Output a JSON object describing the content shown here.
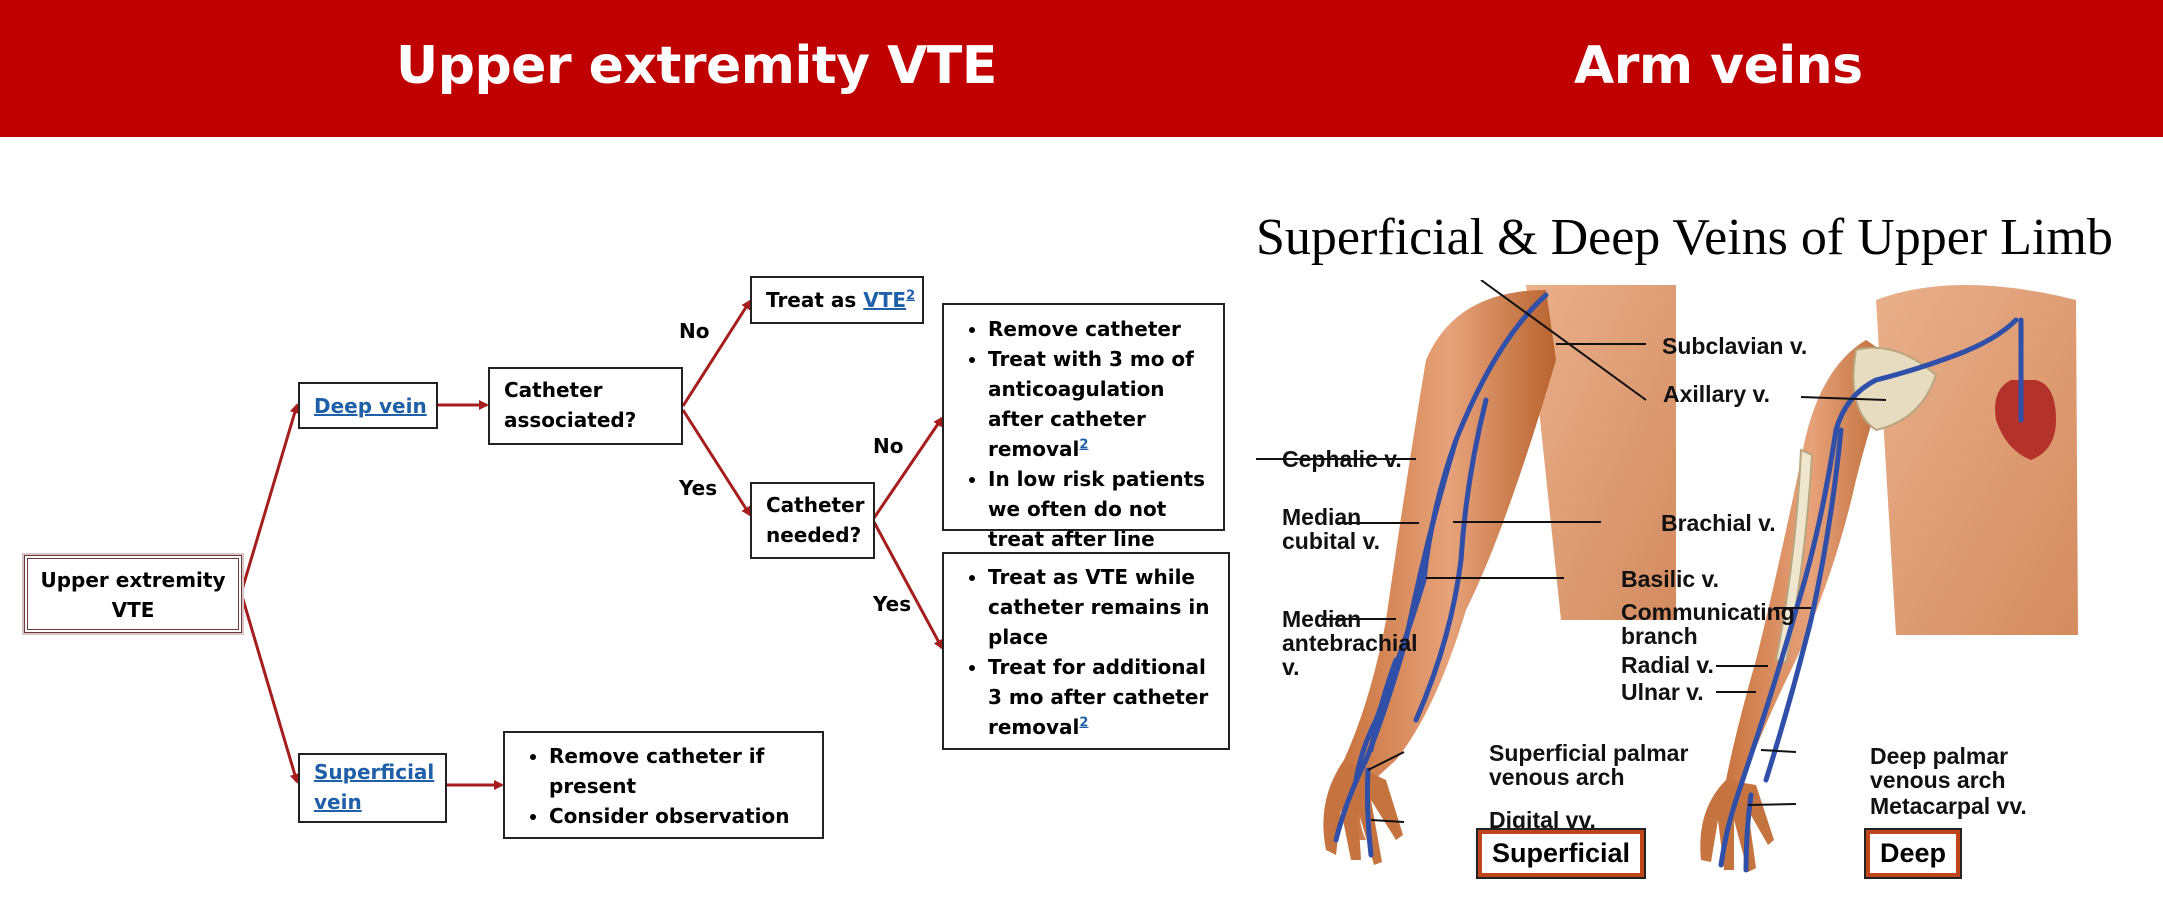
{
  "header": {
    "left_title": "Upper extremity VTE",
    "right_title": "Arm veins"
  },
  "flowchart": {
    "root": "Upper extremity VTE",
    "deep_vein": "Deep vein",
    "superficial_vein": [
      "Superficial",
      "vein"
    ],
    "catheter_associated": [
      "Catheter",
      "associated?"
    ],
    "treat_as_prefix": "Treat as ",
    "treat_as_link": "VTE",
    "ref": "2",
    "catheter_needed": [
      "Catheter",
      "needed?"
    ],
    "label_no_1": "No",
    "label_yes_1": "Yes",
    "label_no_2": "No",
    "label_yes_2": "Yes",
    "no_needed_bullets": {
      "b1": "Remove catheter",
      "b2": "Treat with 3 mo of anticoagulation after catheter removal",
      "b3": "In low risk patients we often do not treat after line removal."
    },
    "yes_needed_bullets": {
      "b1": "Treat as VTE while catheter remains in place",
      "b2": "Treat for additional 3 mo after catheter removal"
    },
    "superficial_bullets": {
      "b1": "Remove catheter if present",
      "b2": "Consider observation"
    }
  },
  "anatomy": {
    "title": "Superficial & Deep Veins of Upper Limb",
    "labels": {
      "subclavian": "Subclavian v.",
      "axillary": "Axillary v.",
      "cephalic": "Cephalic v.",
      "median_cubital": [
        "Median",
        "cubital v."
      ],
      "brachial": "Brachial v.",
      "basilic": "Basilic v.",
      "communicating": [
        "Communicating",
        "branch"
      ],
      "median_antebrachial": [
        "Median",
        "antebrachial",
        "v."
      ],
      "radial": "Radial v.",
      "ulnar": "Ulnar v.",
      "superficial_palmar": [
        "Superficial palmar",
        "venous arch"
      ],
      "deep_palmar": [
        "Deep palmar",
        "venous arch"
      ],
      "metacarpal": "Metacarpal vv.",
      "digital": "Digital vv."
    },
    "panel_superficial": "Superficial",
    "panel_deep": "Deep"
  },
  "colors": {
    "header_red": "#c00000",
    "arrow_red": "#a51d1d",
    "link_blue": "#1f5fa8",
    "vein_blue": "#2f4fa8"
  }
}
